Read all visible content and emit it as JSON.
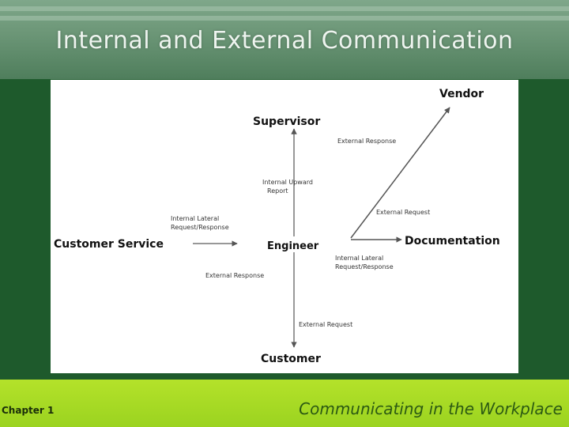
{
  "slide": {
    "title": "Internal and External Communication",
    "footer_left": "Chapter 1",
    "footer_right": "Communicating in the Workplace"
  },
  "diagram": {
    "nodes": {
      "supervisor": "Supervisor",
      "vendor": "Vendor",
      "customer_service": "Customer Service",
      "engineer": "Engineer",
      "documentation": "Documentation",
      "customer": "Customer"
    },
    "labels": {
      "external_response_vendor": "External Response",
      "internal_upward_report": [
        "Internal Upward",
        "Report"
      ],
      "internal_lateral_cs": [
        "Internal Lateral",
        "Request/Response"
      ],
      "external_request_vendor": "External Request",
      "internal_lateral_doc": [
        "Internal Lateral",
        "Request/Response"
      ],
      "external_response_customer": "External Response",
      "external_request_customer": "External Request"
    }
  }
}
